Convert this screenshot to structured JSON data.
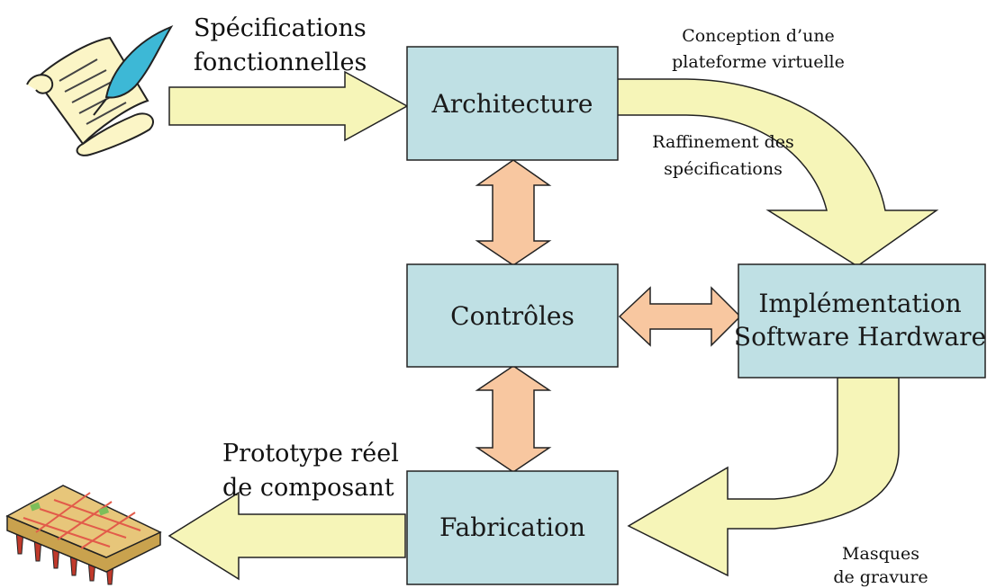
{
  "colors": {
    "box_fill": "#BFE0E4",
    "box_stroke": "#222222",
    "big_arrow_fill": "#F6F5B8",
    "double_arrow_fill": "#F8C7A0",
    "scroll_paper": "#FBF5C6",
    "quill": "#3DB8D6",
    "chip_body": "#E7C67A",
    "chip_grid": "#E25B4A",
    "chip_pins": "#C0392B"
  },
  "boxes": {
    "architecture": "Architecture",
    "controles": "Contrôles",
    "fabrication": "Fabrication",
    "implementation_line1": "Implémentation",
    "implementation_line2": "Software Hardware"
  },
  "labels": {
    "specs_line1": "Spécifications",
    "specs_line2": "fonctionnelles",
    "conception_line1": "Conception d’une",
    "conception_line2": "plateforme virtuelle",
    "raffinement_line1": "Raffinement des",
    "raffinement_line2": "spécifications",
    "prototype_line1": "Prototype réel",
    "prototype_line2": "de composant",
    "masques_line1": "Masques",
    "masques_line2": "de gravure"
  },
  "icons": {
    "scroll": "scroll-with-quill-icon",
    "chip": "microchip-icon"
  }
}
